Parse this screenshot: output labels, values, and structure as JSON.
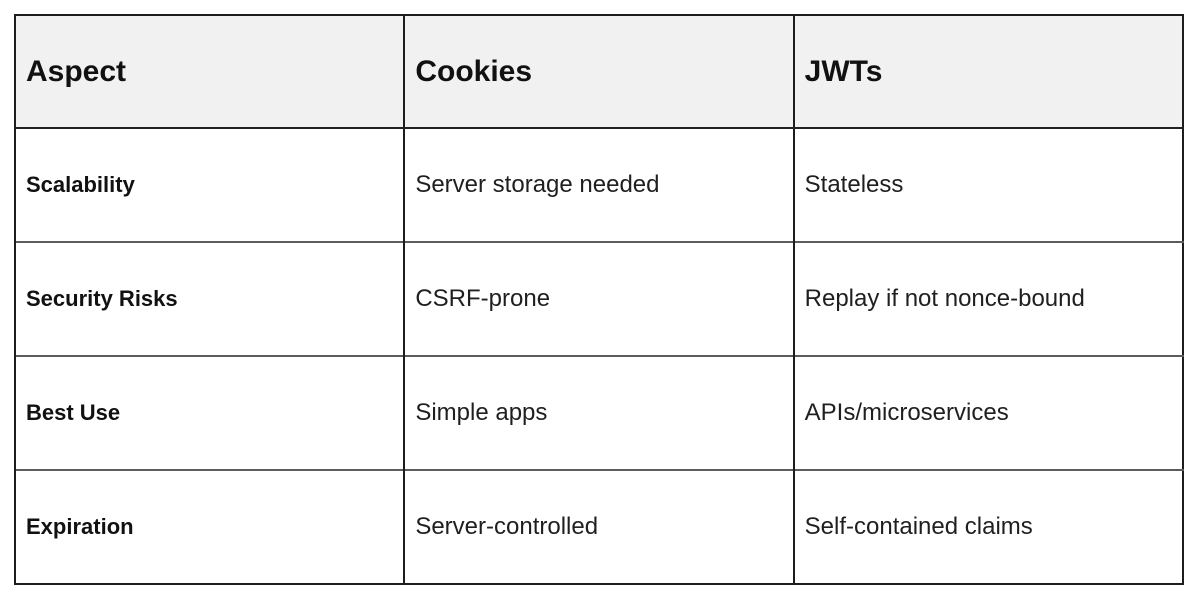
{
  "colors": {
    "page_background": "#ffffff",
    "header_background": "#f1f1f1",
    "outer_border": "#1d1d1d",
    "row_divider": "#5c5c5c",
    "text": "#1a1a1a"
  },
  "chart_data": {
    "type": "table",
    "title": "",
    "columns": [
      "Aspect",
      "Cookies",
      "JWTs"
    ],
    "rows": [
      [
        "Scalability",
        "Server storage needed",
        "Stateless"
      ],
      [
        "Security Risks",
        "CSRF-prone",
        "Replay if not nonce-bound"
      ],
      [
        "Best Use",
        "Simple apps",
        "APIs/microservices"
      ],
      [
        "Expiration",
        "Server-controlled",
        "Self-contained claims"
      ]
    ]
  }
}
